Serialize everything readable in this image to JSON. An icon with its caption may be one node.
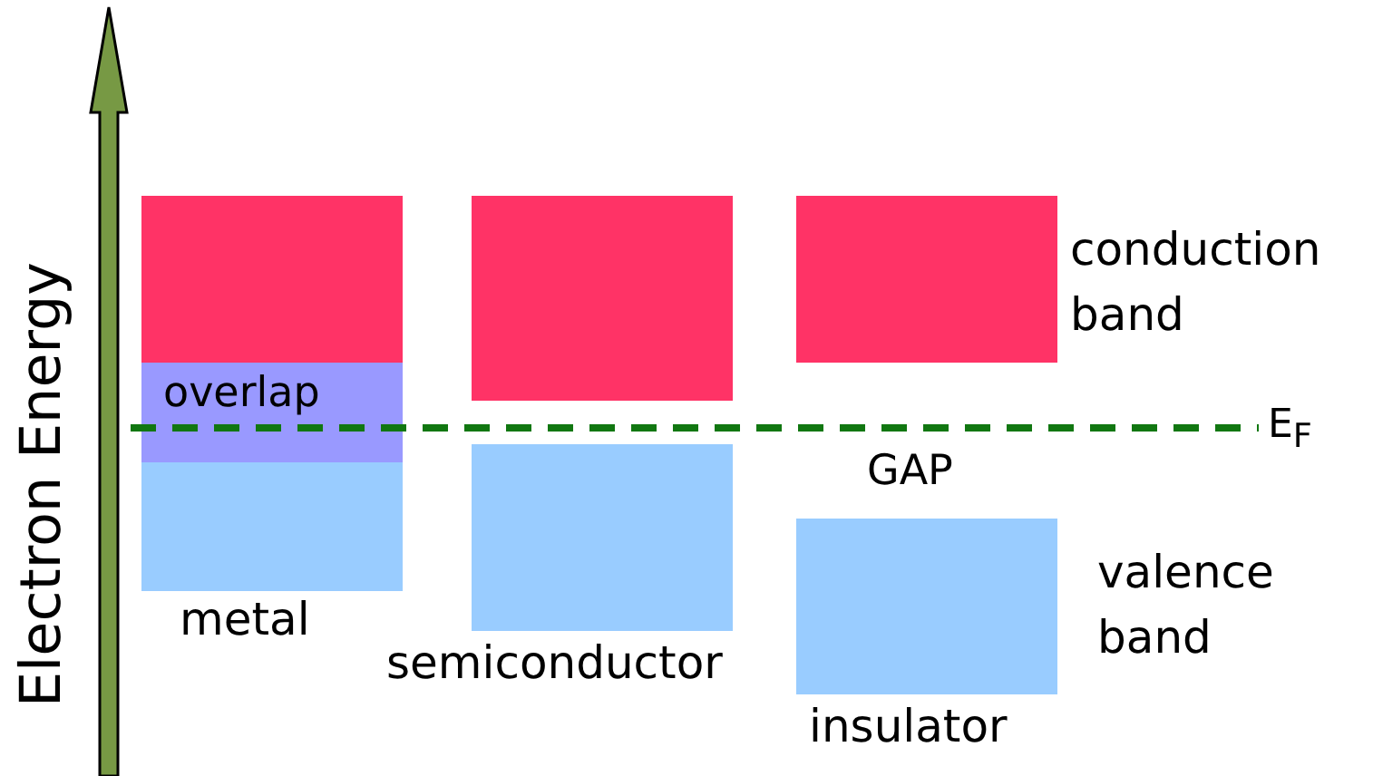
{
  "diagram": {
    "labels": [
      "Electron Energy",
      "conduction band",
      "overlap",
      "E$_{F}$",
      "GAP",
      "metal",
      "valence band",
      "semiconductor",
      "insulator"
    ]
  }
}
